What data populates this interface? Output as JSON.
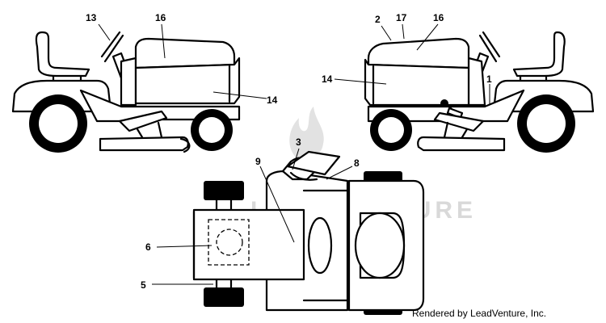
{
  "watermark": {
    "text": "LEADVENTURE",
    "icon": "flame-icon",
    "color": "#d9d9d9"
  },
  "credit": "Rendered by LeadVenture, Inc.",
  "callouts": {
    "c1": "1",
    "c2": "2",
    "c3": "3",
    "c5": "5",
    "c6": "6",
    "c8": "8",
    "c9": "9",
    "c13": "13",
    "c14_left": "14",
    "c14_right": "14",
    "c16_left": "16",
    "c16_right": "16",
    "c17": "17"
  }
}
